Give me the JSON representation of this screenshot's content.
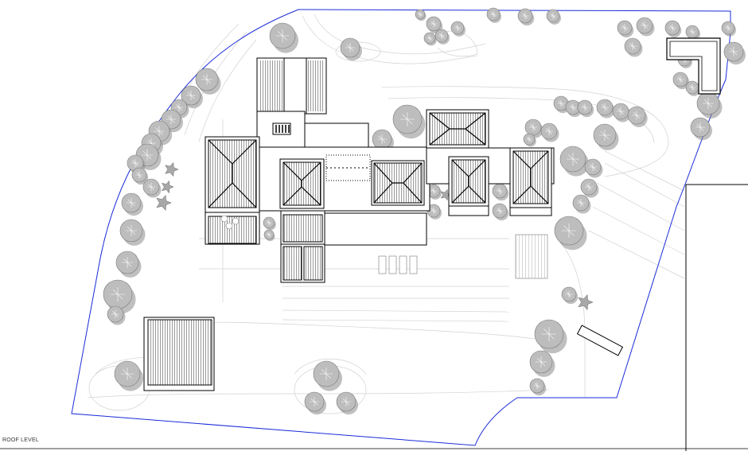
{
  "drawing": {
    "caption": "ROOF LEVEL"
  },
  "colors": {
    "site_boundary": "#1a2bd8",
    "linework": "#000000",
    "light_linework": "#c8c8c8",
    "tree_fill": "#bdbdbd",
    "tree_shadow": "#8a8a8a",
    "roof_hatch": "#333333"
  },
  "icons": [
    "tree-symbol",
    "palm-symbol",
    "hip-roof",
    "flat-roof-hatch"
  ]
}
